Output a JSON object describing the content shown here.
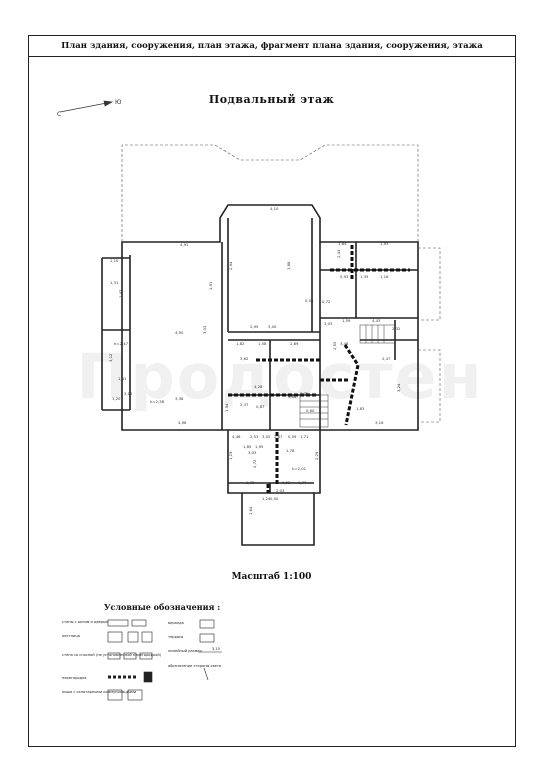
{
  "header": {
    "title": "План здания, сооружения, план этажа, фрагмент плана здания, сооружения, этажа"
  },
  "plan": {
    "floor_title": "Подвальный  этаж",
    "scale": "Масштаб 1:100",
    "watermark": "Продостен",
    "compass": [
      "С",
      "Ю"
    ],
    "dims": [
      "4,10",
      "4,91",
      "1,10",
      "1,31",
      "1,47",
      "4,50",
      "3,03",
      "1,91",
      "1,88",
      "2,94",
      "3,38",
      "3,00",
      "2,95",
      "1,82",
      "1,58",
      "2,89",
      "3,62",
      "3,35",
      "2,55",
      "2,43",
      "4,46",
      "2,53",
      "3,05",
      "2,67",
      "0,59",
      "1,84",
      "1,93",
      "0,93",
      "1,35",
      "1,16",
      "4,43",
      "2,32",
      "3,24",
      "0,72",
      "3,03",
      "1,59",
      "3,12",
      "1,41",
      "3,12",
      "1,20",
      "1,85",
      "1,95",
      "1,19",
      "2,29",
      "1,78",
      "1,37",
      "0,52",
      "0,55",
      "3,48",
      "2,47",
      "h=2,01",
      "h=2,38",
      "h=2,47",
      "4,96",
      "3,16",
      "4,28",
      "3,64",
      "2,03",
      "1,64",
      "1,24",
      "2,37",
      "0,87",
      "0,60",
      "1,94",
      "1,83",
      "1,71",
      "3,03",
      "1,78",
      "0,72",
      "0,50"
    ]
  },
  "legend": {
    "title": "Условные обозначения :",
    "items": [
      "стены с окном и дверью",
      "лестница",
      "стена со сносной (не установленной перегородкой)",
      "перегородка",
      "ниша с санитарными коммуникациями",
      "веранда",
      "терраса",
      "линейный размер",
      "обозначение стороны света"
    ],
    "dim_example": "3,15"
  }
}
